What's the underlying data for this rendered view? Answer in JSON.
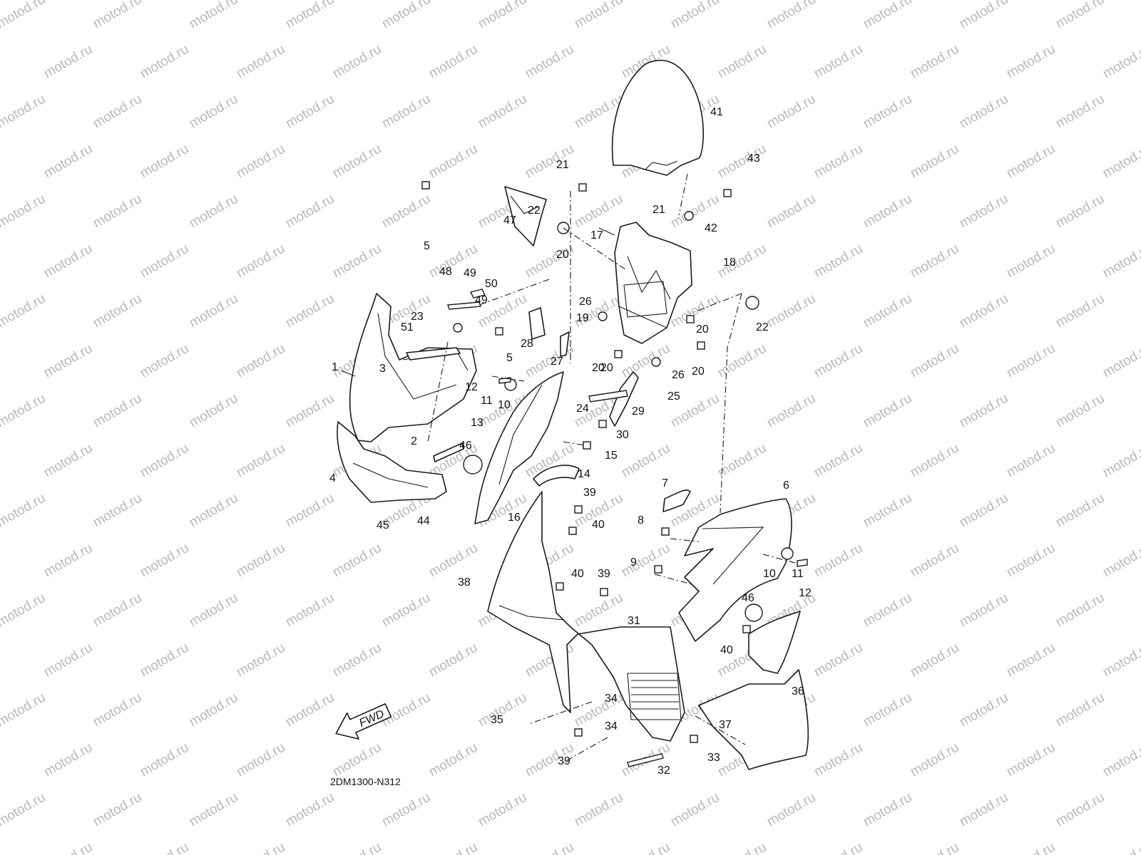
{
  "watermark": "motod.ru",
  "diagram_code": "2DM1300-N312",
  "direction_label": "FWD",
  "colors": {
    "line": "#1a1a1a",
    "watermark": "#b9b9b9",
    "background": "#ffffff"
  },
  "callouts": [
    "41",
    "43",
    "21",
    "21",
    "22",
    "42",
    "47",
    "17",
    "18",
    "5",
    "20",
    "48",
    "49",
    "50",
    "49",
    "22",
    "26",
    "23",
    "19",
    "51",
    "28",
    "5",
    "20",
    "20",
    "20",
    "3",
    "1",
    "27",
    "26",
    "12",
    "20",
    "11",
    "10",
    "25",
    "24",
    "29",
    "13",
    "30",
    "46",
    "15",
    "2",
    "14",
    "4",
    "39",
    "7",
    "6",
    "16",
    "40",
    "8",
    "45",
    "44",
    "9",
    "10",
    "11",
    "12",
    "40",
    "39",
    "38",
    "46",
    "31",
    "40",
    "36",
    "34",
    "35",
    "37",
    "34",
    "39",
    "32",
    "33"
  ]
}
